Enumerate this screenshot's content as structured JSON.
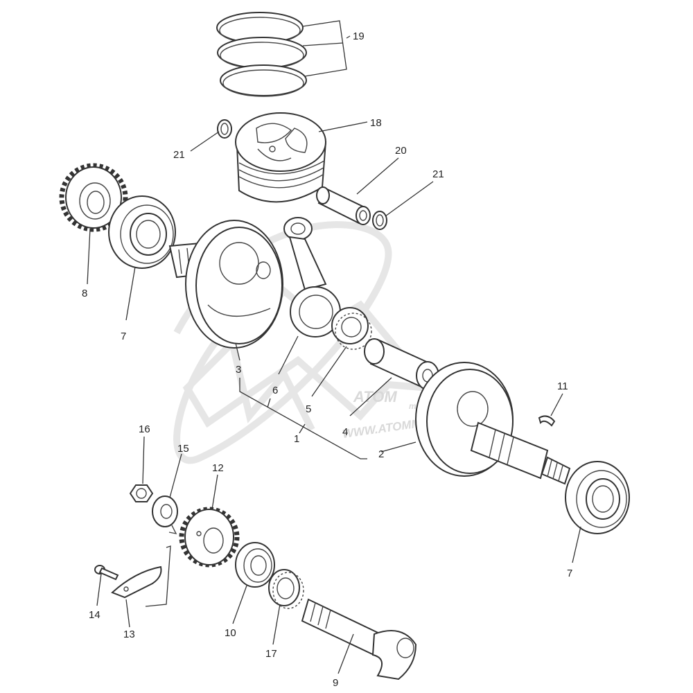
{
  "watermark": {
    "brand": "ATOM",
    "brand_sub": "moto",
    "url": "WWW.ATOMMOTO.R"
  },
  "callouts": {
    "c1": "1",
    "c2": "2",
    "c3": "3",
    "c4": "4",
    "c5": "5",
    "c6": "6",
    "c7a": "7",
    "c7b": "7",
    "c8": "8",
    "c9": "9",
    "c10": "10",
    "c11": "11",
    "c12": "12",
    "c13": "13",
    "c14": "14",
    "c15": "15",
    "c16": "16",
    "c17": "17",
    "c18": "18",
    "c19": "19",
    "c20": "20",
    "c21a": "21",
    "c21b": "21"
  },
  "colors": {
    "line": "#333333",
    "watermark": "#e0e0e0",
    "background": "#ffffff"
  }
}
